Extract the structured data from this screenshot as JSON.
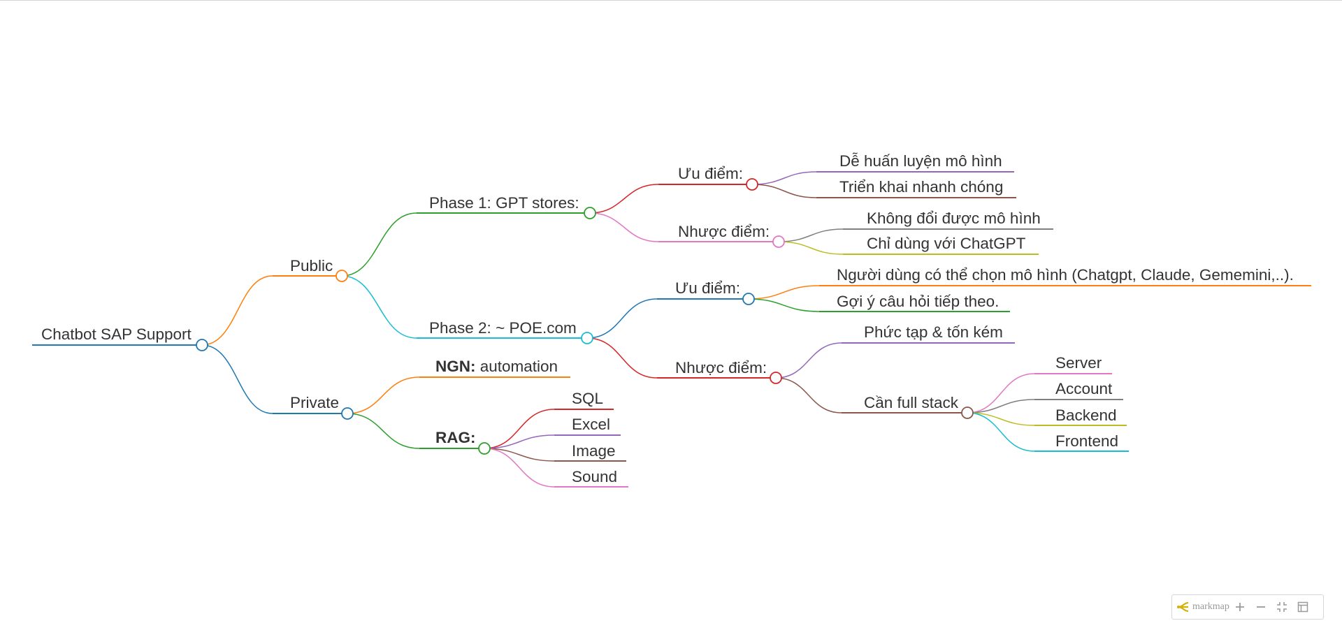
{
  "mindmap": {
    "root": "Chatbot SAP Support",
    "public": "Public",
    "private": "Private",
    "phase1": "Phase 1: GPT stores:",
    "phase2": "Phase 2: ~ POE.com",
    "p1_pros": "Ưu điểm:",
    "p1_cons": "Nhược điểm:",
    "p1_pro1": "Dễ huấn luyện mô hình",
    "p1_pro2": "Triển khai nhanh chóng",
    "p1_con1": "Không đổi được mô hình",
    "p1_con2": "Chỉ dùng với ChatGPT",
    "p2_pros": "Ưu điểm:",
    "p2_cons": "Nhược điểm:",
    "p2_pro1": "Người dùng có thể chọn mô hình (Chatgpt, Claude, Gememini,..).",
    "p2_pro2": "Gợi ý câu hỏi tiếp theo.",
    "p2_con1": "Phức tạp & tốn kém",
    "p2_con2": "Cần full stack",
    "fs_server": "Server",
    "fs_account": "Account",
    "fs_backend": "Backend",
    "fs_frontend": "Frontend",
    "ngn_bold": "NGN:",
    "ngn_rest": " automation",
    "rag": "RAG:",
    "rag_sql": "SQL",
    "rag_excel": "Excel",
    "rag_image": "Image",
    "rag_sound": "Sound"
  },
  "toolbar": {
    "brand": "markmap",
    "brand_icon": "markmap-logo-icon",
    "zoom_in_icon": "plus-icon",
    "zoom_out_icon": "minus-icon",
    "fit_icon": "fit-screen-icon",
    "toggle_icon": "toggle-recursive-icon"
  },
  "colors": {
    "root": "#1f77b4",
    "public": "#ff7f0e",
    "phase1": "#2ca02c",
    "phase2": "#17becf",
    "red": "#d62728",
    "purple": "#9467bd",
    "brown": "#8c564b",
    "pink": "#e377c2",
    "gray": "#7f7f7f",
    "olive": "#bcbd22",
    "text": "#333333"
  }
}
